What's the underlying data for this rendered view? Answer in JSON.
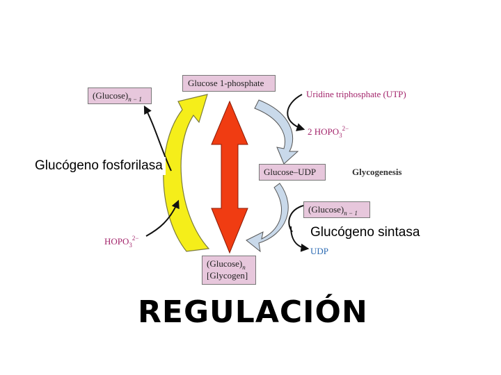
{
  "diagram": {
    "boxes": {
      "glucose_1_phosphate": "Glucose 1-phosphate",
      "glucose_n_minus_1_top": {
        "main": "(Glucose)",
        "sub": "n − 1"
      },
      "glucose_udp": "Glucose–UDP",
      "glucose_n_minus_1_right": {
        "main": "(Glucose)",
        "sub": "n − 1"
      },
      "glycogen": {
        "line1_main": "(Glucose)",
        "line1_sub": "n",
        "line2": "[Glycogen]"
      }
    },
    "labels": {
      "utp": "Uridine triphosphate (UTP)",
      "pyrophosphate": {
        "main": "2 HOPO",
        "sub": "3",
        "sup": "2−"
      },
      "glycogenesis": "Glycogenesis",
      "phosphate": {
        "main": "HOPO",
        "sub": "3",
        "sup": "2−"
      },
      "udp": "UDP"
    },
    "enzymes": {
      "phosphorylase": "Glucógeno fosforilasa",
      "synthase": "Glucógeno sintasa"
    },
    "title": "REGULACIÓN",
    "colors": {
      "box_fill": "#e7c7dc",
      "yellow_arrow": "#f5ee1a",
      "blue_arrow": "#c9d9ea",
      "red_arrow": "#f03c12",
      "magenta_text": "#a3246b",
      "blue_text": "#2d6bb3"
    }
  }
}
